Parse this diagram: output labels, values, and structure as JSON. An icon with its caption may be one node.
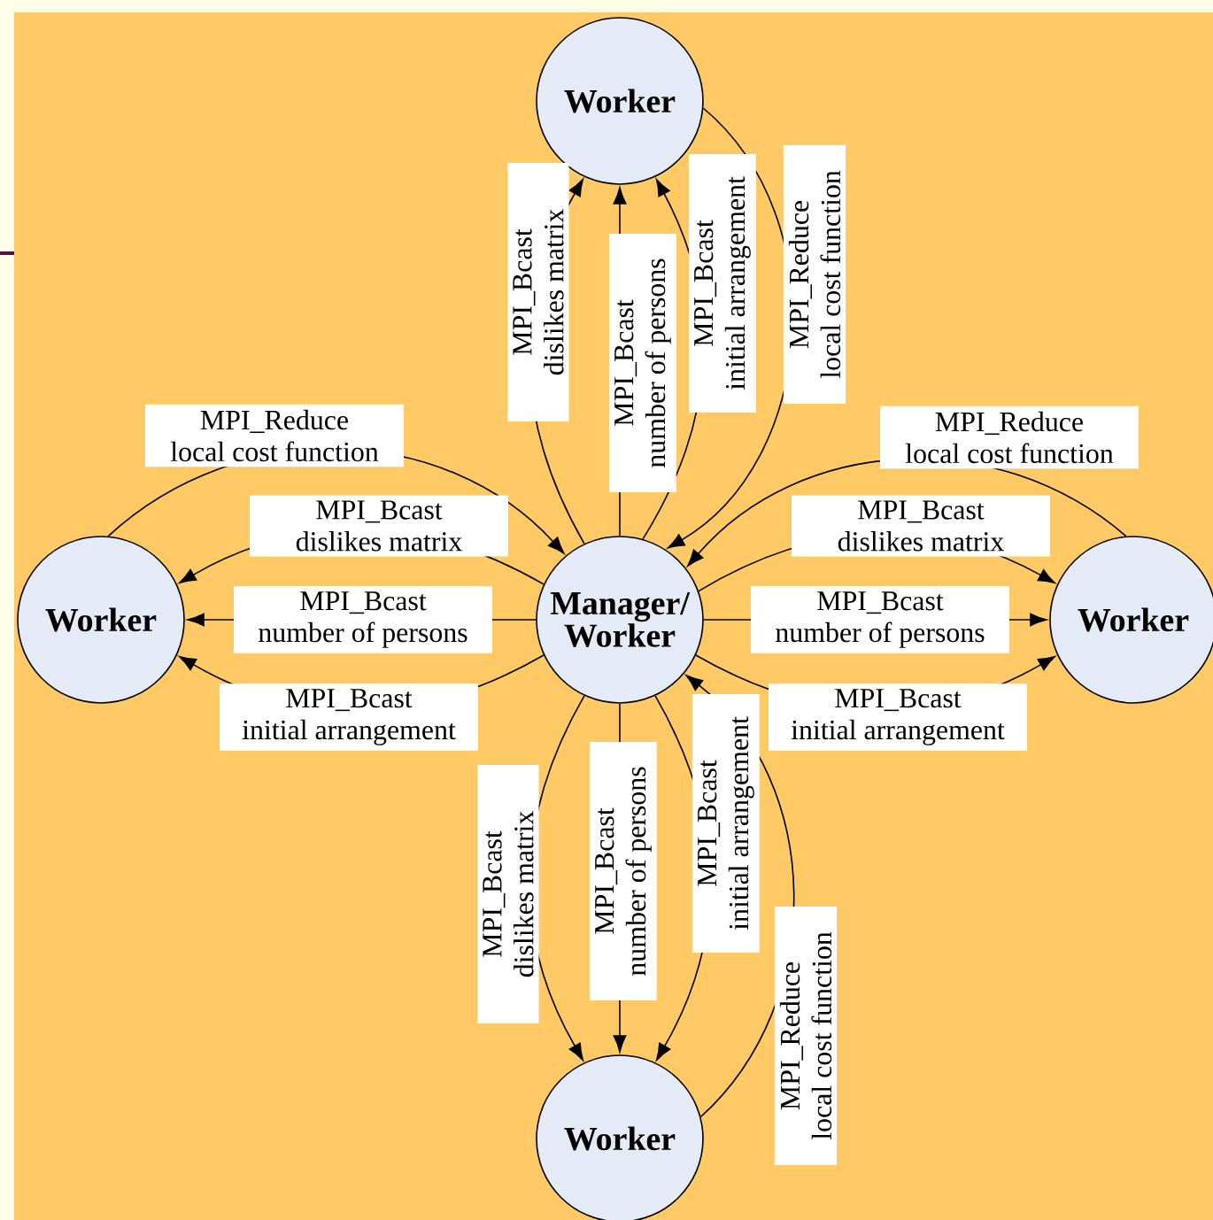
{
  "diagram": {
    "nodes": [
      {
        "text": [
          "Manager/ Worker"
        ]
      },
      {
        "text": [
          "Worker"
        ]
      },
      {
        "text": [
          "Worker"
        ]
      },
      {
        "text": [
          "Worker"
        ]
      },
      {
        "text": [
          "Worker"
        ]
      }
    ],
    "edges": [
      {
        "from": 0,
        "to": 1,
        "arrow": "to",
        "label": "MPI_Bcast dislikes matrix"
      },
      {
        "from": 0,
        "to": 1,
        "arrow": "to",
        "label": "MPI_Bcast number of persons"
      },
      {
        "from": 0,
        "to": 1,
        "arrow": "to",
        "label": "MPI_Bcast initial arrangement"
      },
      {
        "from": 1,
        "to": 0,
        "arrow": "to",
        "label": "MPI_Reduce local cost function"
      },
      {
        "from": 0,
        "to": 2,
        "arrow": "to",
        "label": "MPI_Bcast dislikes matrix"
      },
      {
        "from": 0,
        "to": 2,
        "arrow": "to",
        "label": "MPI_Bcast number of persons"
      },
      {
        "from": 0,
        "to": 2,
        "arrow": "to",
        "label": "MPI_Bcast initial arrangement"
      },
      {
        "from": 2,
        "to": 0,
        "arrow": "to",
        "label": "MPI_Reduce local cost function"
      },
      {
        "from": 0,
        "to": 3,
        "arrow": "to",
        "label": "MPI_Bcast dislikes matrix"
      },
      {
        "from": 0,
        "to": 3,
        "arrow": "to",
        "label": "MPI_Bcast number of persons"
      },
      {
        "from": 0,
        "to": 3,
        "arrow": "to",
        "label": "MPI_Bcast initial arrangement"
      },
      {
        "from": 3,
        "to": 0,
        "arrow": "to",
        "label": "MPI_Reduce local cost function"
      },
      {
        "from": 0,
        "to": 4,
        "arrow": "to",
        "label": "MPI_Bcast dislikes matrix"
      },
      {
        "from": 0,
        "to": 4,
        "arrow": "to",
        "label": "MPI_Bcast number of persons"
      },
      {
        "from": 0,
        "to": 4,
        "arrow": "to",
        "label": "MPI_Bcast initial arrangement"
      },
      {
        "from": 4,
        "to": 0,
        "arrow": "to",
        "label": "MPI_Reduce local cost function"
      }
    ]
  }
}
